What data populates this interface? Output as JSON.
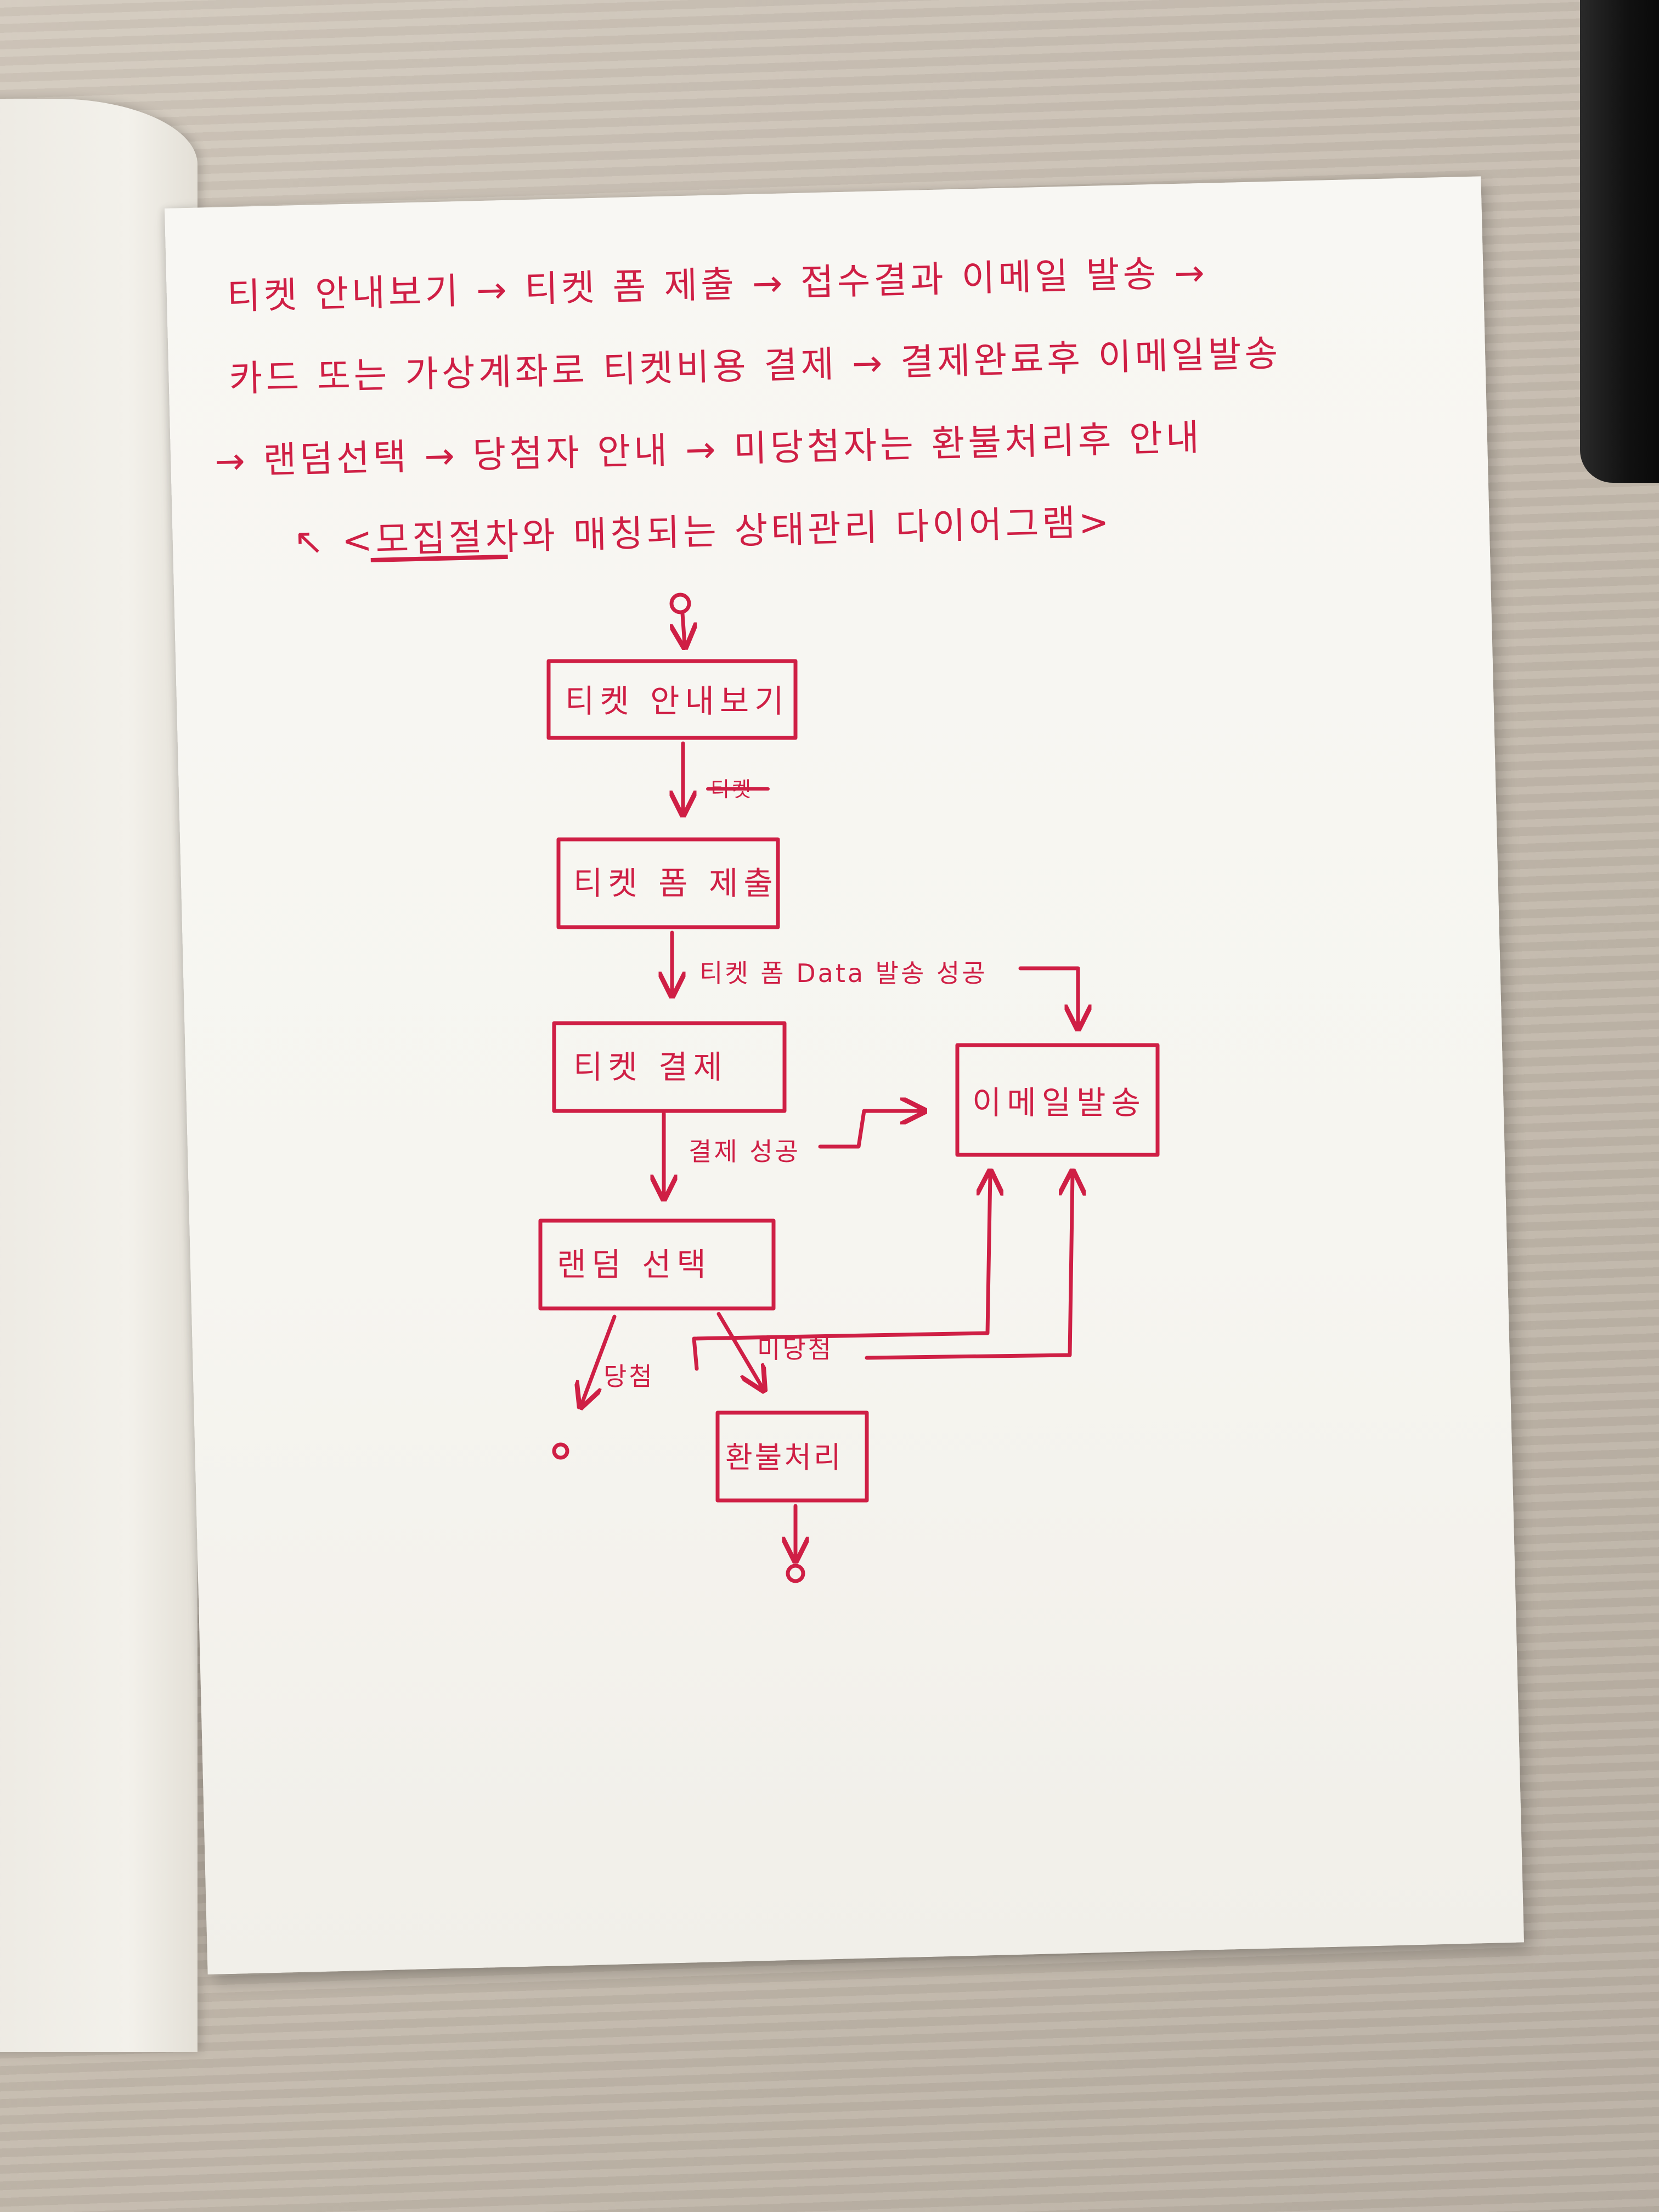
{
  "notes": {
    "line1": "티켓 안내보기 → 티켓 폼 제출 → 접수결과 이메일 발송 →",
    "line2": "카드 또는 가상계좌로 티켓비용 결제 → 결제완료후 이메일발송",
    "line3": "→ 랜덤선택 → 당첨자 안내 → 미당첨자는 환불처리후 안내",
    "line4": "↖ <모집절차와 매칭되는 상태관리 다이어그램>"
  },
  "diagram": {
    "nodes": {
      "ticket_info": "티켓 안내보기",
      "ticket_form": "티켓 폼 제출",
      "ticket_payment": "티켓 결제",
      "random_select": "랜덤 선택",
      "email_send": "이메일발송",
      "refund": "환불처리"
    },
    "edges": {
      "info_to_form_crossed": "티켓",
      "form_to_payment": "티켓 폼 Data 발송 성공",
      "payment_to_random": "결제 성공",
      "win": "당첨",
      "lose": "미당첨"
    }
  },
  "colors": {
    "ink": "#cf1f45",
    "paper": "#f7f6f2",
    "desk": "#c9bfb3"
  }
}
